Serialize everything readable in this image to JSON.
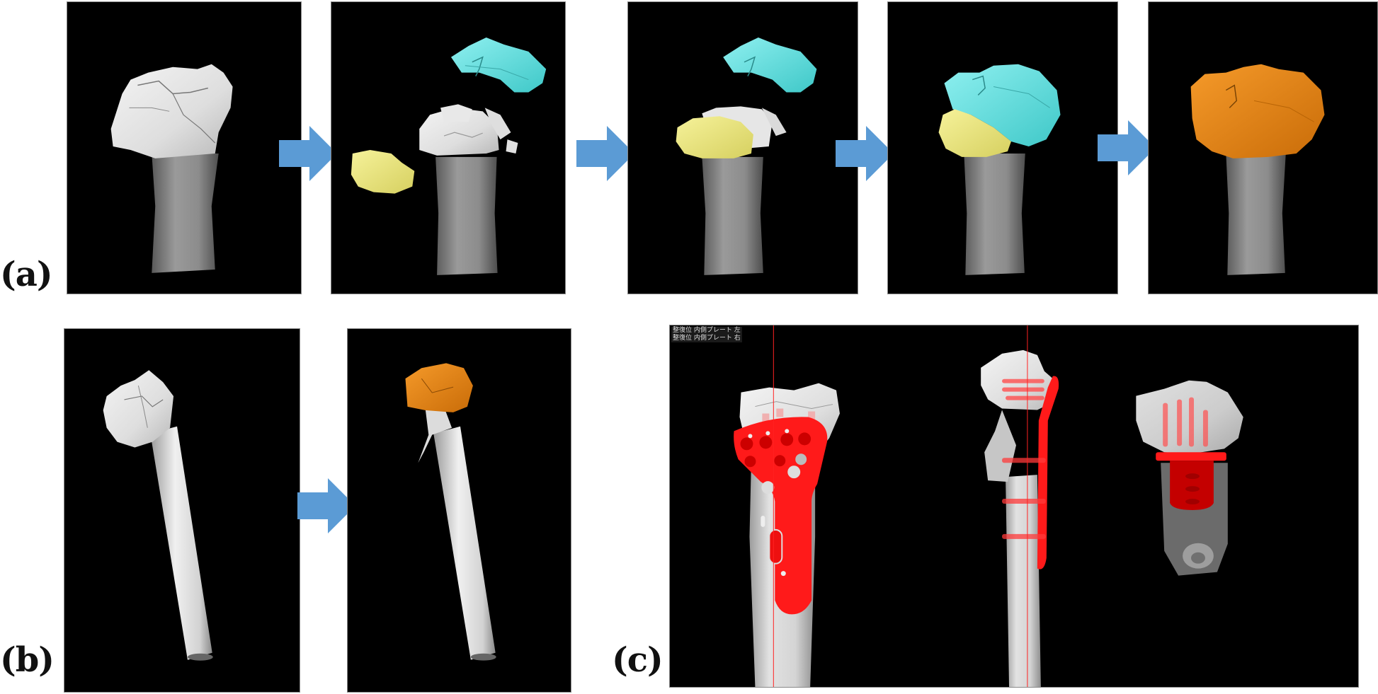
{
  "figure": {
    "rows": [
      {
        "label": "(a)",
        "description": "Segmentation and virtual reduction of tibial plateau fragments",
        "panels": [
          "original-fracture",
          "fragments-separated",
          "yellow-fragment-reduced",
          "cyan-fragment-reduced",
          "fragments-merged-orange"
        ]
      },
      {
        "label": "(b)",
        "description": "Fracture model and reduced model",
        "panels": [
          "fracture-oblique",
          "reduced-oblique-orange"
        ]
      },
      {
        "label": "(c)",
        "description": "Virtual plate placement in three views",
        "panels": [
          "plate-frontal-lateral-three-views"
        ]
      }
    ],
    "panel_c_overlay": {
      "line1": "整復位 内側プレート 左",
      "line2": "整復位 内側プレート 右"
    },
    "colors": {
      "background": "#000000",
      "bone_shaft": "#8a8a8a",
      "bone_white": "#e6e6e6",
      "fragment_cyan": "#66e2e2",
      "fragment_yellow": "#efea7e",
      "fragment_merged_orange": "#e8830e",
      "plate_red": "#ff1a1a",
      "arrow_blue": "#5b9bd5"
    },
    "arrows": [
      {
        "from": "a1",
        "to": "a2"
      },
      {
        "from": "a2",
        "to": "a3"
      },
      {
        "from": "a3",
        "to": "a4"
      },
      {
        "from": "a4",
        "to": "a5"
      },
      {
        "from": "b1",
        "to": "b2"
      }
    ]
  }
}
